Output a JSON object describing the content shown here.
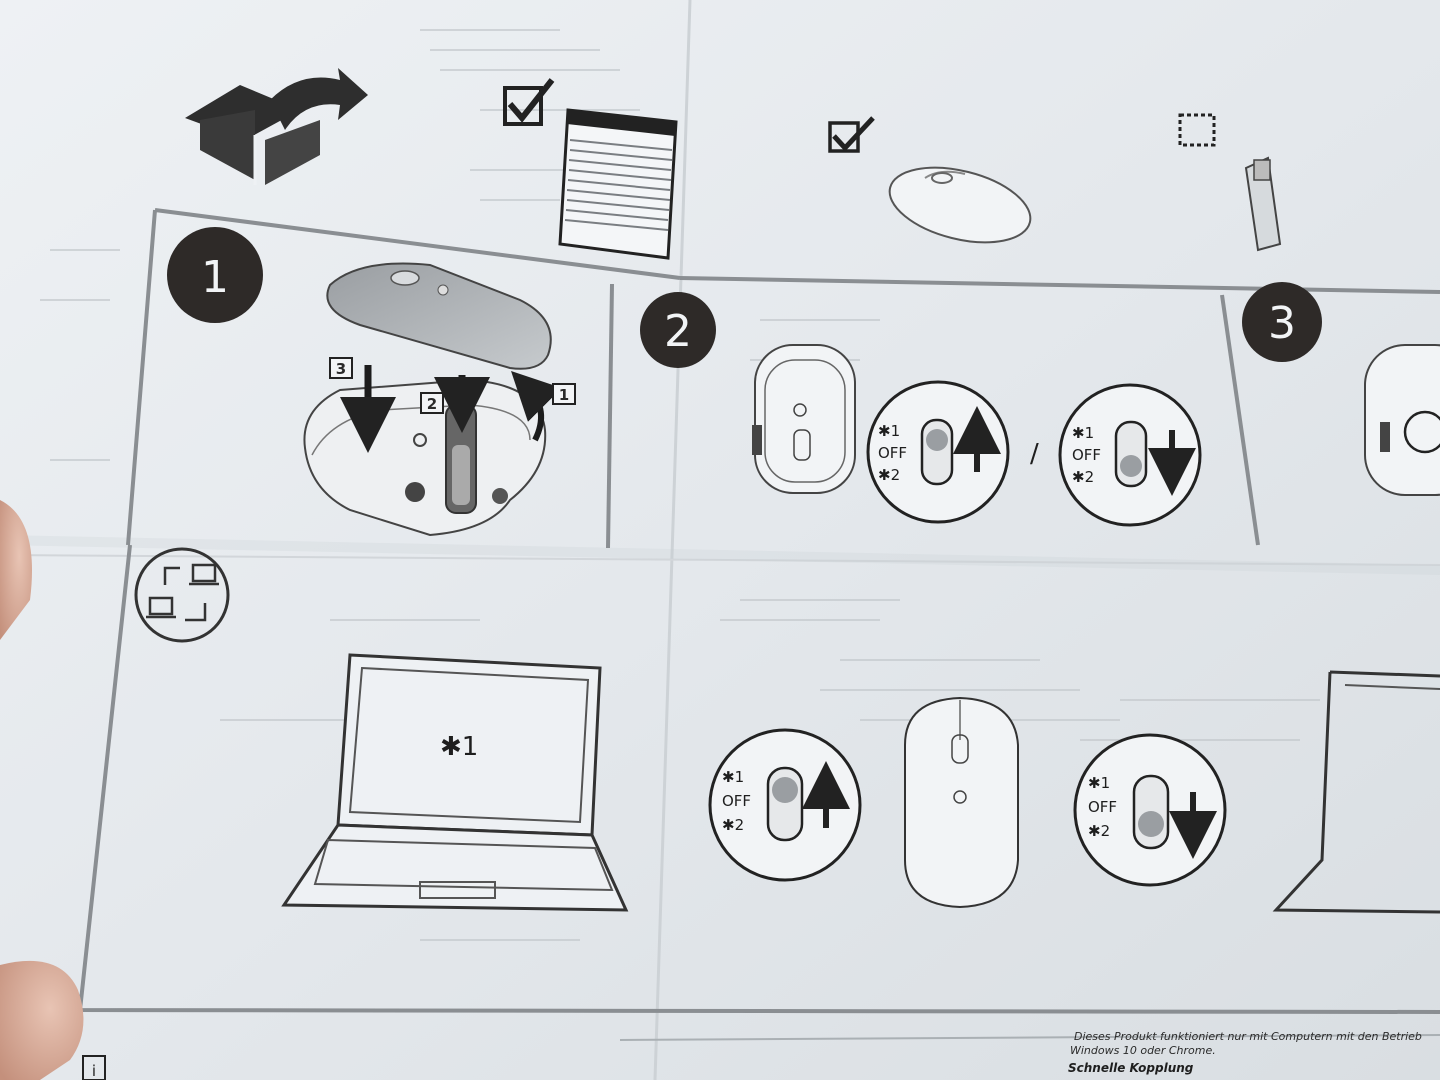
{
  "sheet": {
    "step_numbers": [
      "1",
      "2",
      "3"
    ],
    "battery_steps": [
      "3",
      "2",
      "1"
    ],
    "switch": {
      "bt1": "1",
      "off": "OFF",
      "bt2": "2"
    },
    "divider_slash": "/",
    "laptop_label": "1",
    "info_icon": "i",
    "footer": {
      "line1": "Dieses Produkt funktioniert nur mit Computern mit den Betrieb",
      "line2": "Windows 10 oder Chrome.",
      "heading": "Schnelle Kopplung"
    }
  },
  "colors": {
    "paper": "#e4e8ec",
    "ink": "#2b2b2b",
    "badge": "#2e2a28"
  }
}
